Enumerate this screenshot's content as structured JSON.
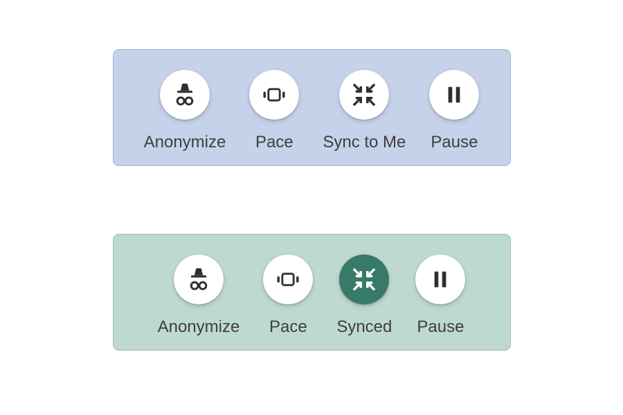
{
  "colors": {
    "page_bg": "#ffffff",
    "panel_idle_bg": "#c5d2e9",
    "panel_idle_border": "#a8b4d0",
    "panel_synced_bg": "#bed9d0",
    "panel_synced_border": "#a8bcb3",
    "button_bg": "#ffffff",
    "icon_color": "#303030",
    "label_color": "#3e3e3e",
    "active_bg": "#377a67",
    "active_icon_color": "#ffffff"
  },
  "toolbars": [
    {
      "state": "unsynced",
      "buttons": [
        {
          "label": "Anonymize",
          "icon": "incognito-icon",
          "active": false
        },
        {
          "label": "Pace",
          "icon": "vibration-icon",
          "active": false
        },
        {
          "label": "Sync to Me",
          "icon": "collapse-arrows-icon",
          "active": false
        },
        {
          "label": "Pause",
          "icon": "pause-icon",
          "active": false
        }
      ]
    },
    {
      "state": "synced",
      "buttons": [
        {
          "label": "Anonymize",
          "icon": "incognito-icon",
          "active": false
        },
        {
          "label": "Pace",
          "icon": "vibration-icon",
          "active": false
        },
        {
          "label": "Synced",
          "icon": "collapse-arrows-icon",
          "active": true
        },
        {
          "label": "Pause",
          "icon": "pause-icon",
          "active": false
        }
      ]
    }
  ]
}
